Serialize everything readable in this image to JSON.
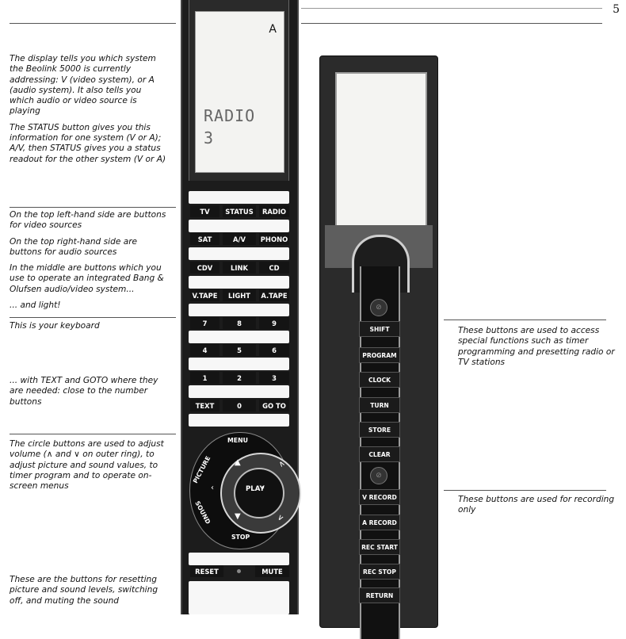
{
  "page": {
    "number": "5"
  },
  "left_notes": {
    "display": "The display tells you which system the Beolink 5000 is currently addressing: V (video system), or A (audio system). It also tells you which audio or video source is playing",
    "status": "The STATUS button gives you this information for one system (V or A); A/V, then STATUS gives you a status readout for the other system (V or A)",
    "top_left": "On the top left-hand side are buttons for video sources",
    "top_right": "On the top right-hand side are buttons for audio sources",
    "middle": "In the middle are buttons which you use to operate an integrated Bang & Olufsen audio/video system...",
    "light": "... and light!",
    "keyboard": "This is your keyboard",
    "text_goto": "... with TEXT and GOTO where they are needed: close to the number buttons",
    "circle": "The circle buttons are used to adjust volume (∧ and ∨ on outer ring), to adjust picture and sound values, to timer program and to operate on-screen menus",
    "reset": "These are the buttons for resetting picture and sound levels, switching off, and muting the sound"
  },
  "right_notes": {
    "special": "These buttons are used to access special functions such as timer programming and presetting radio or TV stations",
    "recording": "These buttons are used for recording only"
  },
  "remote_display": {
    "system": "A",
    "source": "RADIO",
    "number": "3"
  },
  "remote_buttons": {
    "row1": [
      "TV",
      "STATUS",
      "RADIO"
    ],
    "row2": [
      "SAT",
      "A/V",
      "PHONO"
    ],
    "row3": [
      "CDV",
      "LINK",
      "CD"
    ],
    "row4": [
      "V.TAPE",
      "LIGHT",
      "A.TAPE"
    ],
    "row5": [
      "7",
      "8",
      "9"
    ],
    "row6": [
      "4",
      "5",
      "6"
    ],
    "row7": [
      "1",
      "2",
      "3"
    ],
    "row8": [
      "TEXT",
      "0",
      "GO TO"
    ],
    "bottom": [
      "RESET",
      "MUTE"
    ]
  },
  "circle": {
    "menu": "MENU",
    "picture": "PICTURE",
    "sound": "SOUND",
    "stop": "STOP",
    "play": "PLAY",
    "arrows": {
      "up": "▲",
      "down": "▼",
      "left": "‹",
      "right": "›",
      "outer_up": "∧",
      "outer_down": "∨"
    }
  },
  "remote2_buttons": {
    "special": [
      "SHIFT",
      "PROGRAM",
      "CLOCK",
      "TURN",
      "STORE",
      "CLEAR"
    ],
    "recording": [
      "V RECORD",
      "A RECORD",
      "REC START",
      "REC STOP",
      "RETURN"
    ]
  },
  "icons": [
    "knob-icon"
  ]
}
